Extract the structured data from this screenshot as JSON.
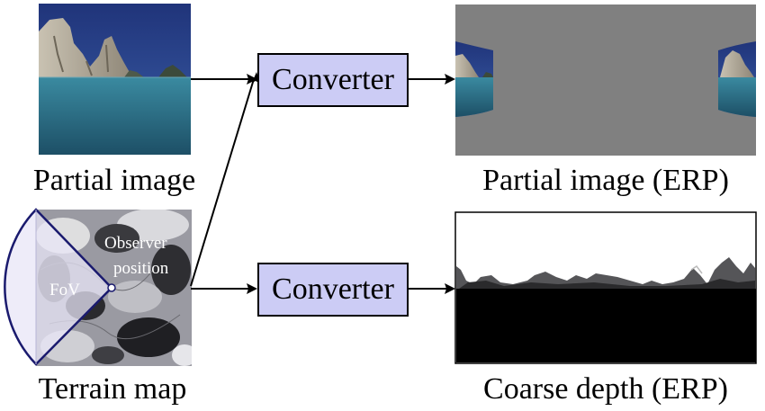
{
  "captions": {
    "partial_image": "Partial image",
    "terrain_map": "Terrain map",
    "partial_image_erp": "Partial image (ERP)",
    "coarse_depth_erp": "Coarse depth (ERP)"
  },
  "converters": {
    "top_label": "Converter",
    "bottom_label": "Converter"
  },
  "terrain": {
    "fov_label": "FoV",
    "observer_label_line1": "Observer",
    "observer_label_line2": "position"
  },
  "colors": {
    "converter_fill": "#ccccf5",
    "erp_gray": "#808080",
    "sea": "#2f6e85",
    "sky": "#263f8a",
    "fov_fill": "#e8e6f7"
  }
}
